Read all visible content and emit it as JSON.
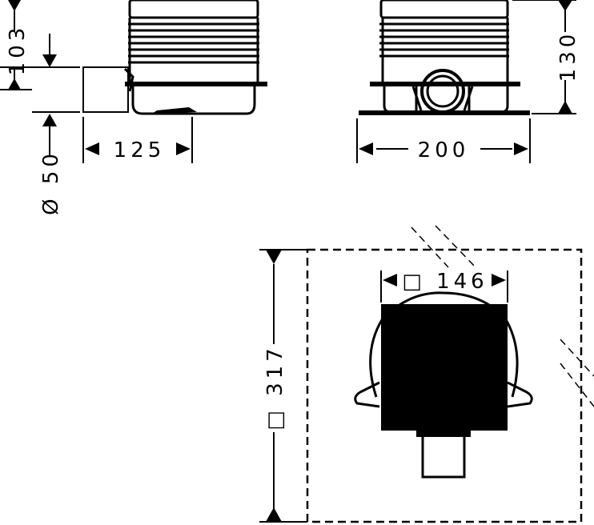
{
  "side_view": {
    "dim_height": "103",
    "dim_width": "125",
    "dim_outlet": "Ø 50"
  },
  "front_view": {
    "dim_height": "130",
    "dim_width": "200"
  },
  "top_view": {
    "dim_square_outer": "□ 317",
    "dim_square_inner": "□ 146"
  }
}
